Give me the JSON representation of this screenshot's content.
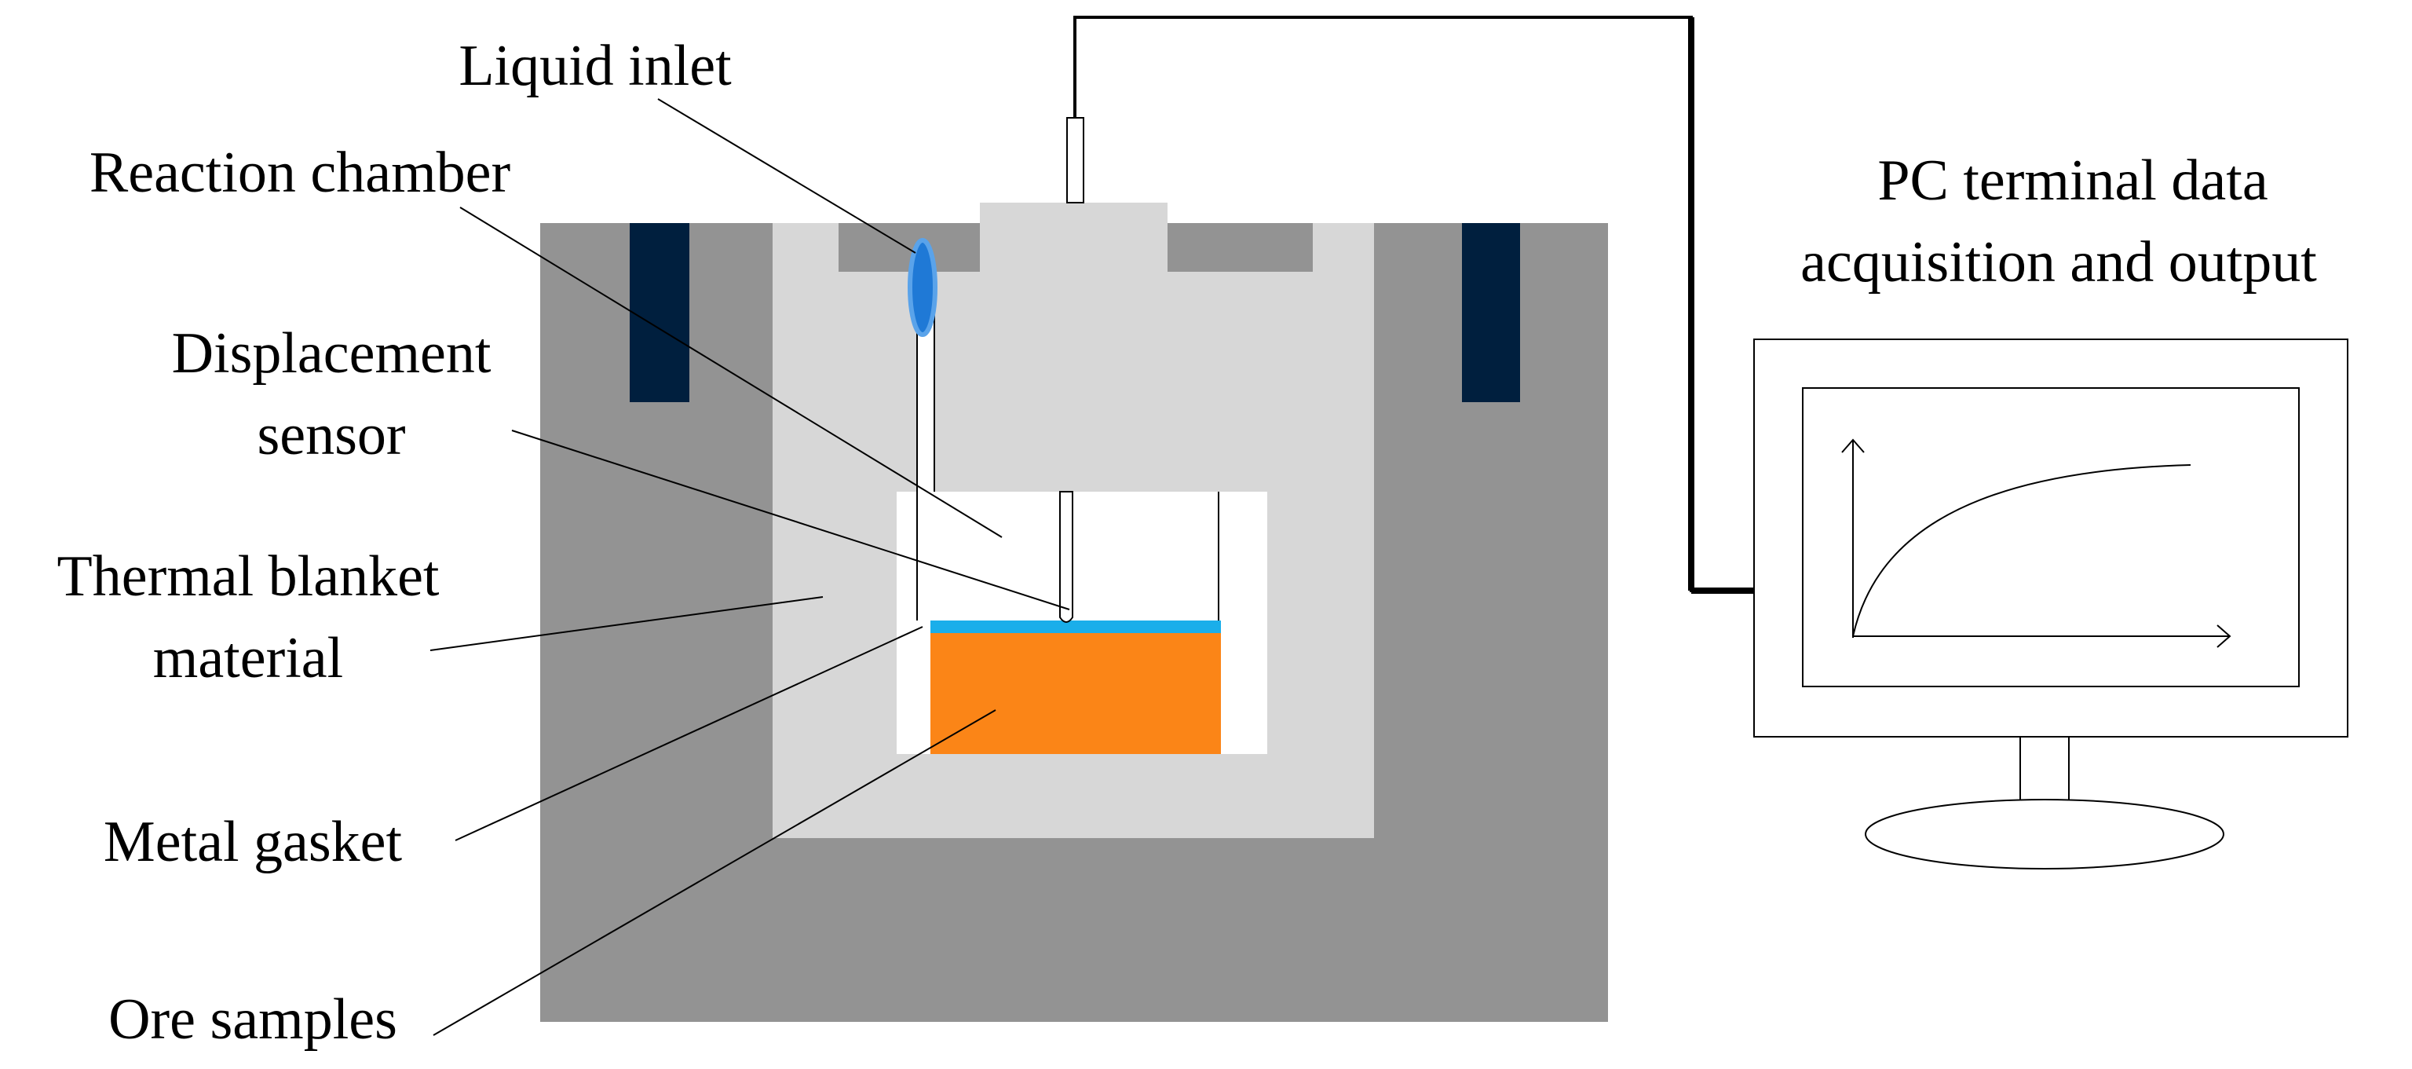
{
  "labels": {
    "liquid_inlet": "Liquid inlet",
    "reaction_chamber": "Reaction chamber",
    "displacement_sensor_line1": "Displacement",
    "displacement_sensor_line2": "sensor",
    "thermal_blanket_line1": "Thermal blanket",
    "thermal_blanket_line2": "material",
    "metal_gasket": "Metal gasket",
    "ore_samples": "Ore samples",
    "pc_terminal_line1": "PC terminal data",
    "pc_terminal_line2": "acquisition and output"
  },
  "colors": {
    "outer_housing": "#939393",
    "thermal_blanket": "#d7d7d7",
    "bolt": "#001f3e",
    "ore_sample": "#fb8517",
    "metal_gasket": "#1aaeea",
    "liquid_inlet": "#1f79d6",
    "cable": "#000000"
  }
}
